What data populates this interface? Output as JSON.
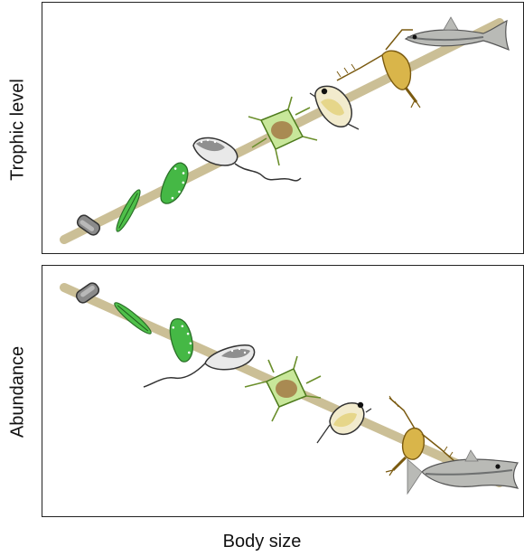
{
  "panels": {
    "top": {
      "ylabel": "Trophic level"
    },
    "bottom": {
      "ylabel": "Abundance"
    }
  },
  "xlabel": "Body size",
  "organisms": [
    "bacterium-icon",
    "diatom-icon",
    "green-alga-icon",
    "flagellate-icon",
    "ciliate-icon",
    "rotifer-icon",
    "copepod-icon",
    "fish-icon"
  ],
  "colors": {
    "trend_bar": "#cbbf96",
    "green_cell": "#3fae3a",
    "amber": "#d9b54a",
    "frame": "#222222"
  }
}
